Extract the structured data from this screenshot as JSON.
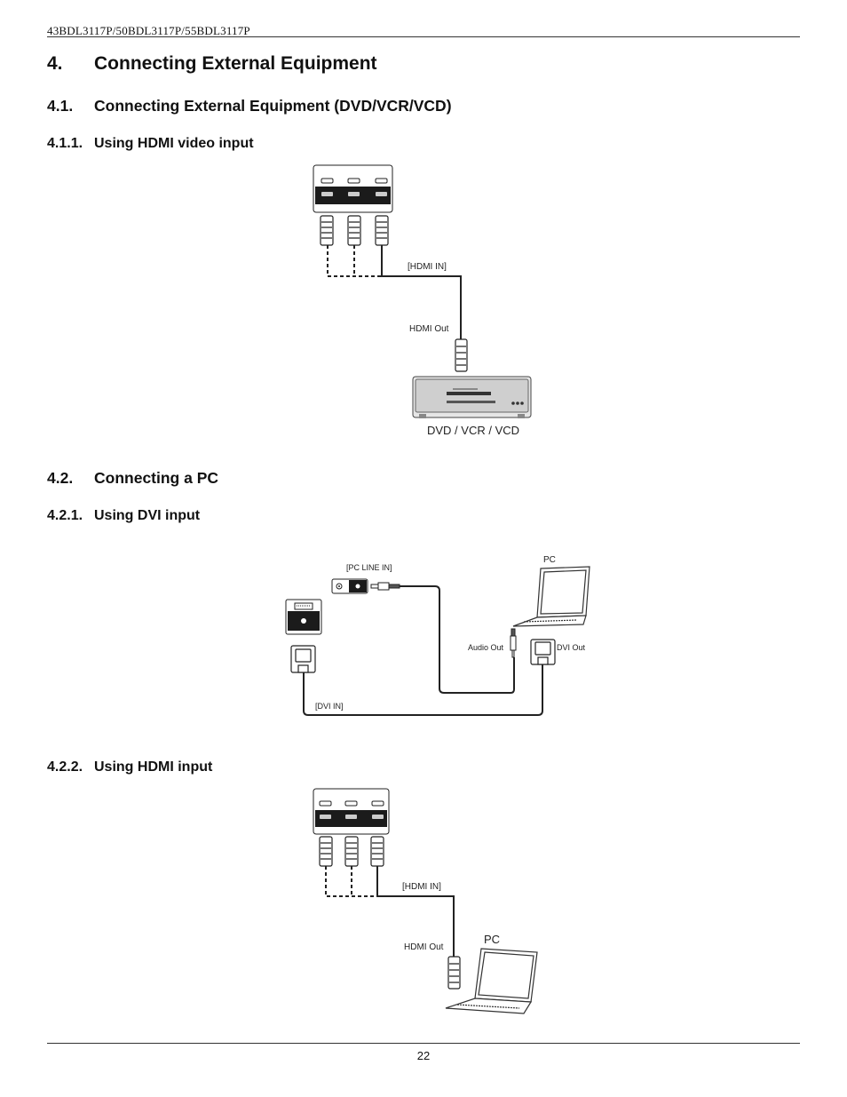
{
  "header": {
    "model": "43BDL3117P/50BDL3117P/55BDL3117P"
  },
  "sections": {
    "s4": {
      "num": "4.",
      "title": "Connecting External Equipment"
    },
    "s41": {
      "num": "4.1.",
      "title": "Connecting External Equipment (DVD/VCR/VCD)"
    },
    "s411": {
      "num": "4.1.1.",
      "title": "Using HDMI video input"
    },
    "s42": {
      "num": "4.2.",
      "title": "Connecting a PC"
    },
    "s421": {
      "num": "4.2.1.",
      "title": "Using DVI input"
    },
    "s422": {
      "num": "4.2.2.",
      "title": "Using HDMI input"
    }
  },
  "diagram1": {
    "hdmi_in": "[HDMI IN]",
    "hdmi_out": "HDMI Out",
    "device": "DVD / VCR / VCD"
  },
  "diagram2": {
    "pc_line_in": "[PC LINE IN]",
    "pc": "PC",
    "audio_out": "Audio Out",
    "dvi_out": "DVI Out",
    "dvi_in": "[DVI IN]"
  },
  "diagram3": {
    "hdmi_in": "[HDMI IN]",
    "hdmi_out": "HDMI Out",
    "pc": "PC"
  },
  "footer": {
    "page": "22"
  }
}
